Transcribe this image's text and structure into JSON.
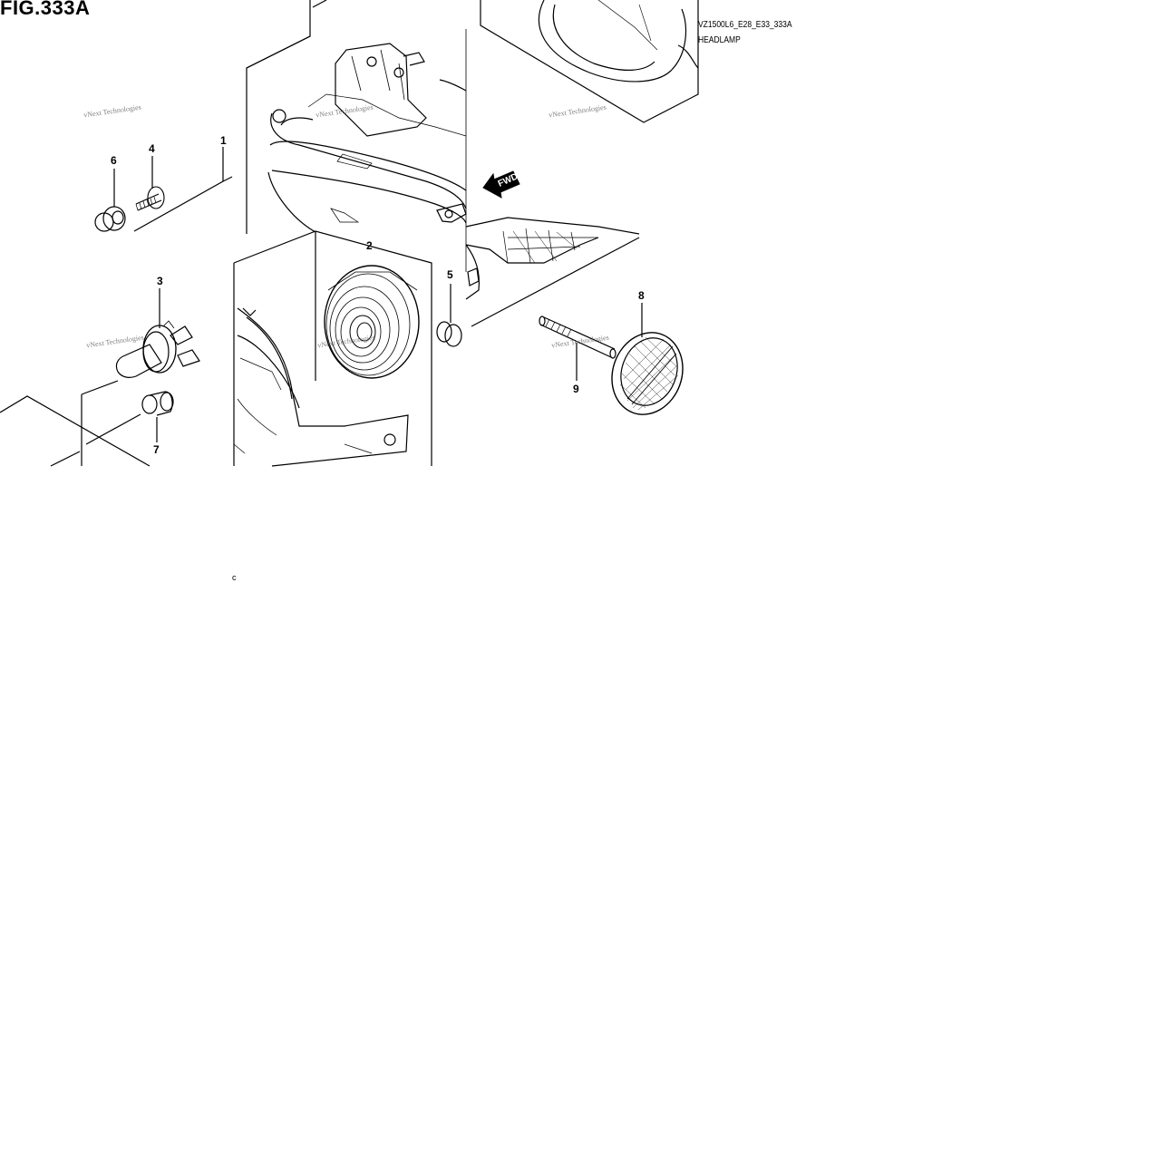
{
  "header": {
    "figure": "FIG.333A",
    "model_code": "VZ1500L6_E28_E33_333A",
    "part_group": "HEADLAMP"
  },
  "direction_label": "FWD",
  "callouts": [
    "1",
    "2",
    "3",
    "4",
    "5",
    "6",
    "7",
    "8",
    "9"
  ],
  "watermark": "vNext Technologies",
  "stray_mark": "c"
}
